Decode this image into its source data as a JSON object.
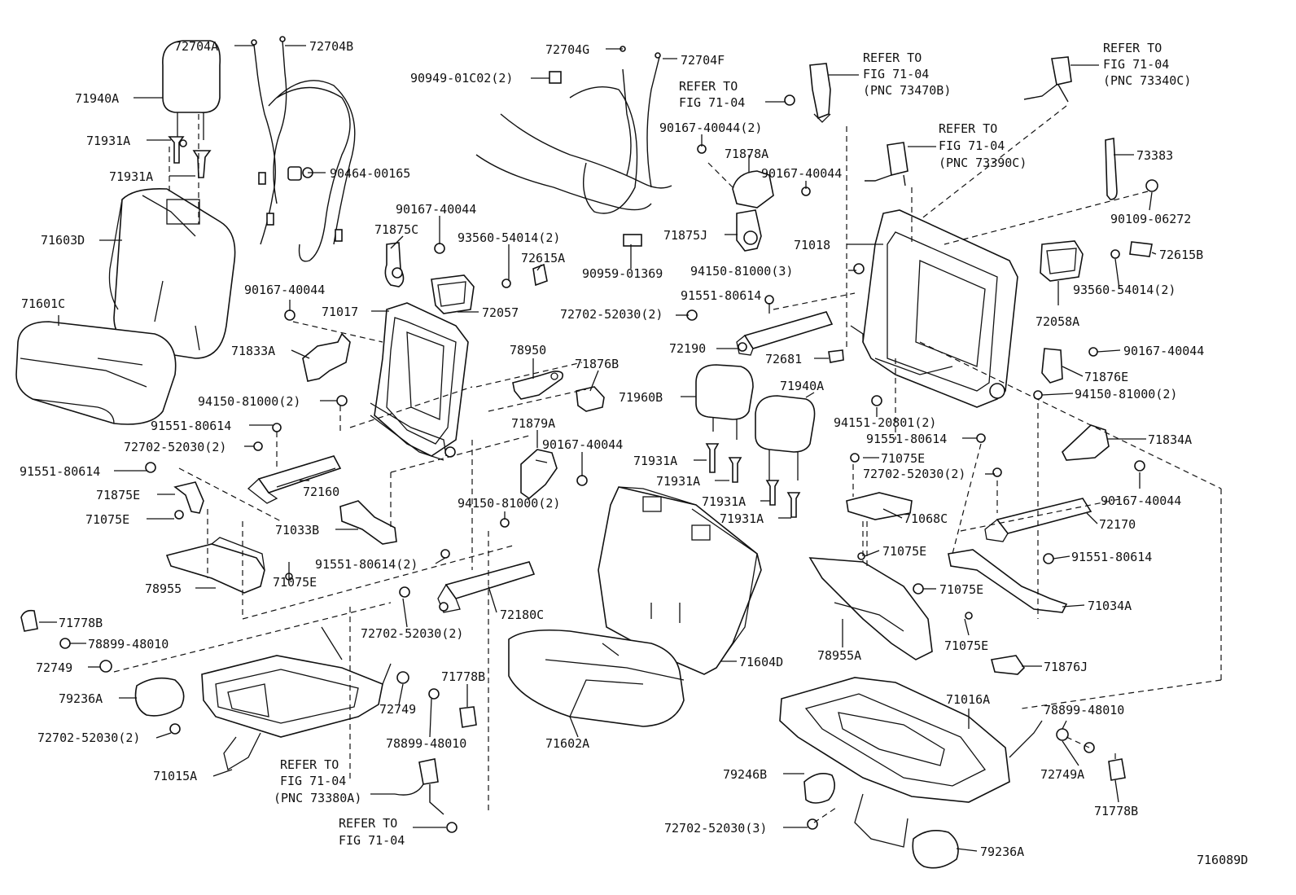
{
  "labels": [
    {
      "id": "72704A-1",
      "text": "72704A"
    },
    {
      "id": "72704B-1",
      "text": "72704B"
    },
    {
      "id": "71940A-1",
      "text": "71940A"
    },
    {
      "id": "71931A-1",
      "text": "71931A"
    },
    {
      "id": "71931A-2",
      "text": "71931A"
    },
    {
      "id": "71603D",
      "text": "71603D"
    },
    {
      "id": "71601C",
      "text": "71601C"
    },
    {
      "id": "90464-00165",
      "text": "90464-00165"
    },
    {
      "id": "90949-01C02",
      "text": "90949-01C02(2)"
    },
    {
      "id": "72704G",
      "text": "72704G"
    },
    {
      "id": "72704F",
      "text": "72704F"
    },
    {
      "id": "90167-40044-a",
      "text": "90167-40044"
    },
    {
      "id": "71875C",
      "text": "71875C"
    },
    {
      "id": "93560-54014-a",
      "text": "93560-54014(2)"
    },
    {
      "id": "72615A",
      "text": "72615A"
    },
    {
      "id": "90959-01369",
      "text": "90959-01369"
    },
    {
      "id": "90167-40044-b",
      "text": "90167-40044"
    },
    {
      "id": "71017",
      "text": "71017"
    },
    {
      "id": "72057",
      "text": "72057"
    },
    {
      "id": "71833A",
      "text": "71833A"
    },
    {
      "id": "78950",
      "text": "78950"
    },
    {
      "id": "71876B",
      "text": "71876B"
    },
    {
      "id": "94150-81000-a",
      "text": "94150-81000(2)"
    },
    {
      "id": "91551-80614-a",
      "text": "91551-80614"
    },
    {
      "id": "72702-52030-a",
      "text": "72702-52030(2)"
    },
    {
      "id": "91551-80614-b",
      "text": "91551-80614"
    },
    {
      "id": "71879A",
      "text": "71879A"
    },
    {
      "id": "90167-40044-c",
      "text": "90167-40044"
    },
    {
      "id": "71875E",
      "text": "71875E"
    },
    {
      "id": "72160",
      "text": "72160"
    },
    {
      "id": "71075E-1",
      "text": "71075E"
    },
    {
      "id": "71033B",
      "text": "71033B"
    },
    {
      "id": "94150-81000-b",
      "text": "94150-81000(2)"
    },
    {
      "id": "91551-80614-c",
      "text": "91551-80614(2)"
    },
    {
      "id": "71075E-2",
      "text": "71075E"
    },
    {
      "id": "78955",
      "text": "78955"
    },
    {
      "id": "72180C",
      "text": "72180C"
    },
    {
      "id": "72702-52030-b",
      "text": "72702-52030(2)"
    },
    {
      "id": "71778B-1",
      "text": "71778B"
    },
    {
      "id": "78899-48010-a",
      "text": "78899-48010"
    },
    {
      "id": "72749-1",
      "text": "72749"
    },
    {
      "id": "71778B-2",
      "text": "71778B"
    },
    {
      "id": "72749-2",
      "text": "72749"
    },
    {
      "id": "79236A-1",
      "text": "79236A"
    },
    {
      "id": "78899-48010-b",
      "text": "78899-48010"
    },
    {
      "id": "72702-52030-c",
      "text": "72702-52030(2)"
    },
    {
      "id": "71015A",
      "text": "71015A"
    },
    {
      "id": "71602A",
      "text": "71602A"
    },
    {
      "id": "71604D",
      "text": "71604D"
    },
    {
      "id": "refer-1a",
      "text": "REFER TO"
    },
    {
      "id": "refer-1b",
      "text": "FIG 71-04"
    },
    {
      "id": "refer-2a",
      "text": "REFER TO"
    },
    {
      "id": "refer-2b",
      "text": "FIG 71-04"
    },
    {
      "id": "refer-2c",
      "text": "(PNC 73470B)"
    },
    {
      "id": "refer-3a",
      "text": "REFER TO"
    },
    {
      "id": "refer-3b",
      "text": "FIG 71-04"
    },
    {
      "id": "refer-3c",
      "text": "(PNC 73340C)"
    },
    {
      "id": "refer-4a",
      "text": "REFER TO"
    },
    {
      "id": "refer-4b",
      "text": "FIG 71-04"
    },
    {
      "id": "refer-4c",
      "text": "(PNC 73390C)"
    },
    {
      "id": "refer-5a",
      "text": "REFER TO"
    },
    {
      "id": "refer-5b",
      "text": "FIG 71-04"
    },
    {
      "id": "refer-5c",
      "text": "(PNC 73380A)"
    },
    {
      "id": "refer-6a",
      "text": "REFER TO"
    },
    {
      "id": "refer-6b",
      "text": "FIG 71-04"
    },
    {
      "id": "90167-40044-d",
      "text": "90167-40044(2)"
    },
    {
      "id": "71878A",
      "text": "71878A"
    },
    {
      "id": "90167-40044-e",
      "text": "90167-40044"
    },
    {
      "id": "71875J",
      "text": "71875J"
    },
    {
      "id": "71018",
      "text": "71018"
    },
    {
      "id": "73383",
      "text": "73383"
    },
    {
      "id": "90109-06272",
      "text": "90109-06272"
    },
    {
      "id": "94150-81000-c",
      "text": "94150-81000(3)"
    },
    {
      "id": "72615B",
      "text": "72615B"
    },
    {
      "id": "93560-54014-b",
      "text": "93560-54014(2)"
    },
    {
      "id": "91551-80614-d",
      "text": "91551-80614"
    },
    {
      "id": "72702-52030-d",
      "text": "72702-52030(2)"
    },
    {
      "id": "72058A",
      "text": "72058A"
    },
    {
      "id": "72190",
      "text": "72190"
    },
    {
      "id": "72681",
      "text": "72681"
    },
    {
      "id": "90167-40044-f",
      "text": "90167-40044"
    },
    {
      "id": "71876E",
      "text": "71876E"
    },
    {
      "id": "94150-81000-d",
      "text": "94150-81000(2)"
    },
    {
      "id": "71960B",
      "text": "71960B"
    },
    {
      "id": "71940A-2",
      "text": "71940A"
    },
    {
      "id": "94151-20801",
      "text": "94151-20801(2)"
    },
    {
      "id": "91551-80614-e",
      "text": "91551-80614"
    },
    {
      "id": "71834A",
      "text": "71834A"
    },
    {
      "id": "71931A-3",
      "text": "71931A"
    },
    {
      "id": "71931A-4",
      "text": "71931A"
    },
    {
      "id": "71931A-5",
      "text": "71931A"
    },
    {
      "id": "71931A-6",
      "text": "71931A"
    },
    {
      "id": "71075E-3",
      "text": "71075E"
    },
    {
      "id": "72702-52030-e",
      "text": "72702-52030(2)"
    },
    {
      "id": "90167-40044-g",
      "text": "90167-40044"
    },
    {
      "id": "71068C",
      "text": "71068C"
    },
    {
      "id": "72170",
      "text": "72170"
    },
    {
      "id": "71075E-4",
      "text": "71075E"
    },
    {
      "id": "91551-80614-f",
      "text": "91551-80614"
    },
    {
      "id": "71075E-5",
      "text": "71075E"
    },
    {
      "id": "71034A",
      "text": "71034A"
    },
    {
      "id": "71075E-6",
      "text": "71075E"
    },
    {
      "id": "78955A",
      "text": "78955A"
    },
    {
      "id": "71876J",
      "text": "71876J"
    },
    {
      "id": "71016A",
      "text": "71016A"
    },
    {
      "id": "78899-48010-c",
      "text": "78899-48010"
    },
    {
      "id": "72749A",
      "text": "72749A"
    },
    {
      "id": "79246B",
      "text": "79246B"
    },
    {
      "id": "71778B-3",
      "text": "71778B"
    },
    {
      "id": "72702-52030-f",
      "text": "72702-52030(3)"
    },
    {
      "id": "79236A-2",
      "text": "79236A"
    },
    {
      "id": "figure-id",
      "text": "716089D"
    }
  ]
}
